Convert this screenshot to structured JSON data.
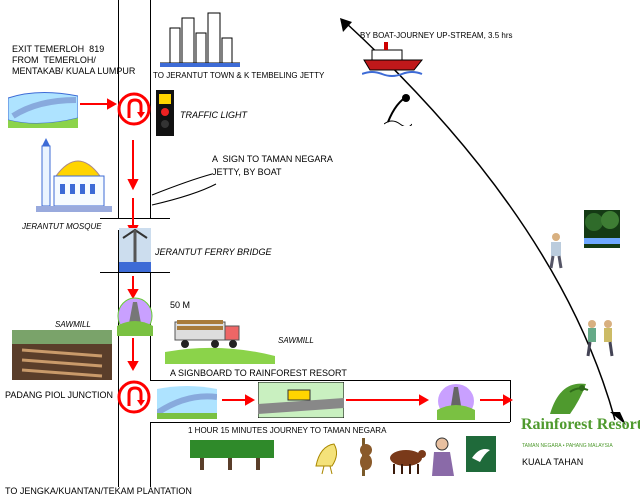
{
  "map": {
    "labels": {
      "exit": "EXIT TEMERLOH  819\nFROM  TEMERLOH/\nMENTAKAB/ KUALA LUMPUR",
      "to_jerantut": "TO JERANTUT TOWN  &  K TEMBELING JETTY",
      "boat_journey": "BY BOAT-JOURNEY UP-STREAM, 3.5 hrs",
      "traffic_light": "TRAFFIC LIGHT",
      "sign_taman": "A  SIGN TO TAMAN NEGARA\nJETTY, BY BOAT",
      "mosque": "JERANTUT  MOSQUE",
      "ferry_bridge": "JERANTUT  FERRY BRIDGE",
      "sawmill_left": "SAWMILL",
      "distance": "50  M",
      "sawmill_right": "SAWMILL",
      "padang_piol": "PADANG PIOL JUNCTION",
      "signboard": "A SIGNBOARD TO RAINFOREST RESORT",
      "journey_time": "1 HOUR 15 MINUTES JOURNEY TO TAMAN NEGARA",
      "kuala_tahan": "KUALA TAHAN",
      "to_jengka": "TO JENGKA/KUANTAN/TEKAM PLANTATION"
    },
    "logo": {
      "name": "Rainforest Resort",
      "tagline": "TAMAN NEGARA • PAHANG MALAYSIA"
    },
    "colors": {
      "arrow": "#ff0000",
      "logo_green": "#4f9a2e",
      "water_blue": "#3d6bd6"
    },
    "icons": [
      "city-icon",
      "boat-icon",
      "highway-icon",
      "u-turn-icon",
      "traffic-light-icon",
      "mosque-icon",
      "bridge-icon",
      "road-icon",
      "sawmill-photo",
      "truck-icon",
      "forest-photo",
      "hiker-icon",
      "animal-icon",
      "bird-icon"
    ]
  }
}
